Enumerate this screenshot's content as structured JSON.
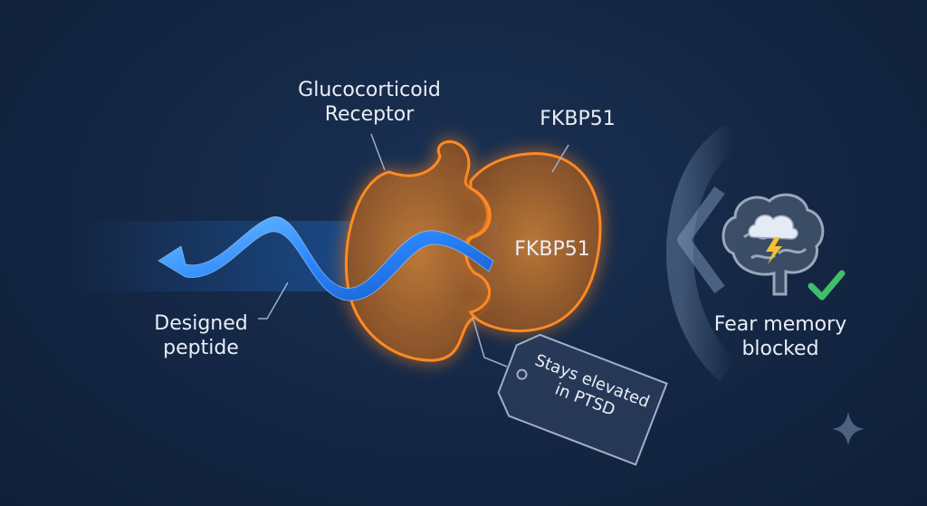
{
  "labels": {
    "receptor_line1": "Glucocorticoid",
    "receptor_line2": "Receptor",
    "fkbp_outer": "FKBP51",
    "fkbp_inner": "FKBP51",
    "peptide_line1": "Designed",
    "peptide_line2": "peptide",
    "tag_line1": "Stays elevated",
    "tag_line2": "in PTSD",
    "fear_line1": "Fear memory",
    "fear_line2": "blocked"
  },
  "icons": [
    "brain-icon",
    "storm-cloud-icon",
    "lightning-icon",
    "check-icon",
    "sparkle-icon",
    "chevron-left-icon",
    "tag-icon"
  ],
  "colors": {
    "background": "#142643",
    "protein_glow": "#ff7a18",
    "protein_fill": "#a8652a",
    "peptide": "#2f8fff",
    "check": "#3fbf6a",
    "lightning": "#f5c230"
  }
}
